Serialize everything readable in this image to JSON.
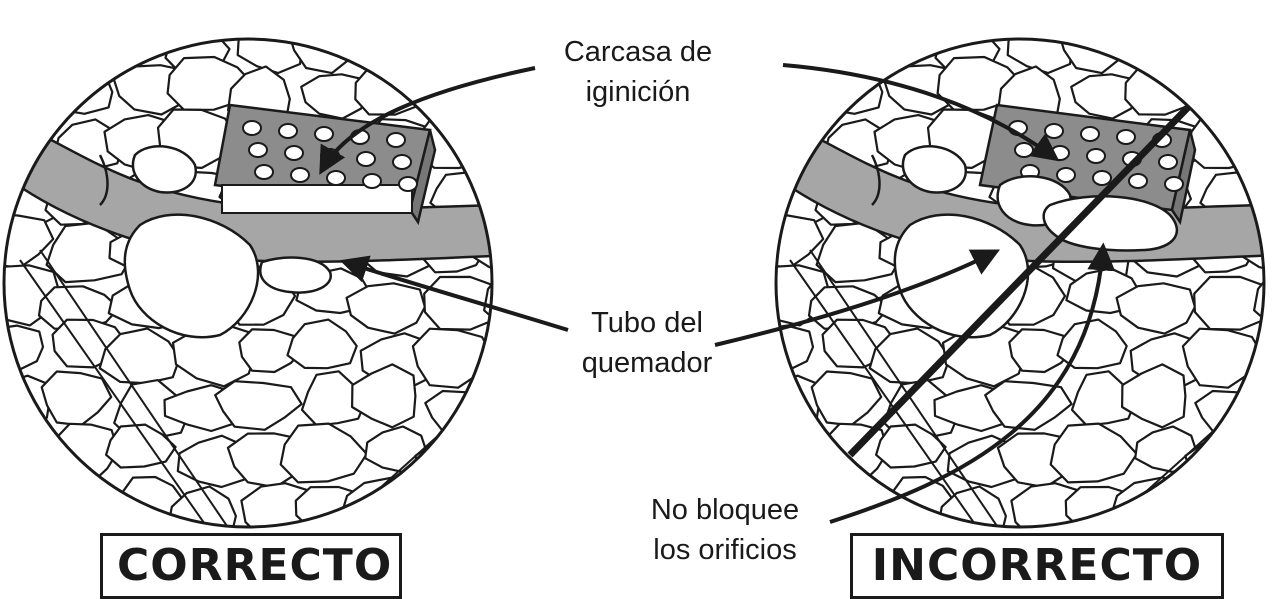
{
  "labels": {
    "ignition_housing": [
      "Carcasa de",
      "iginición"
    ],
    "burner_tube": [
      "Tubo del",
      "quemador"
    ],
    "do_not_block": [
      "No bloquee",
      "los orificios"
    ]
  },
  "verdicts": {
    "correct": "CORRECTO",
    "incorrect": "INCORRECTO"
  },
  "colors": {
    "line": "#1a1a1a",
    "tube": "#a6a6a6",
    "housing": "#8c8c8c",
    "background": "#ffffff"
  }
}
